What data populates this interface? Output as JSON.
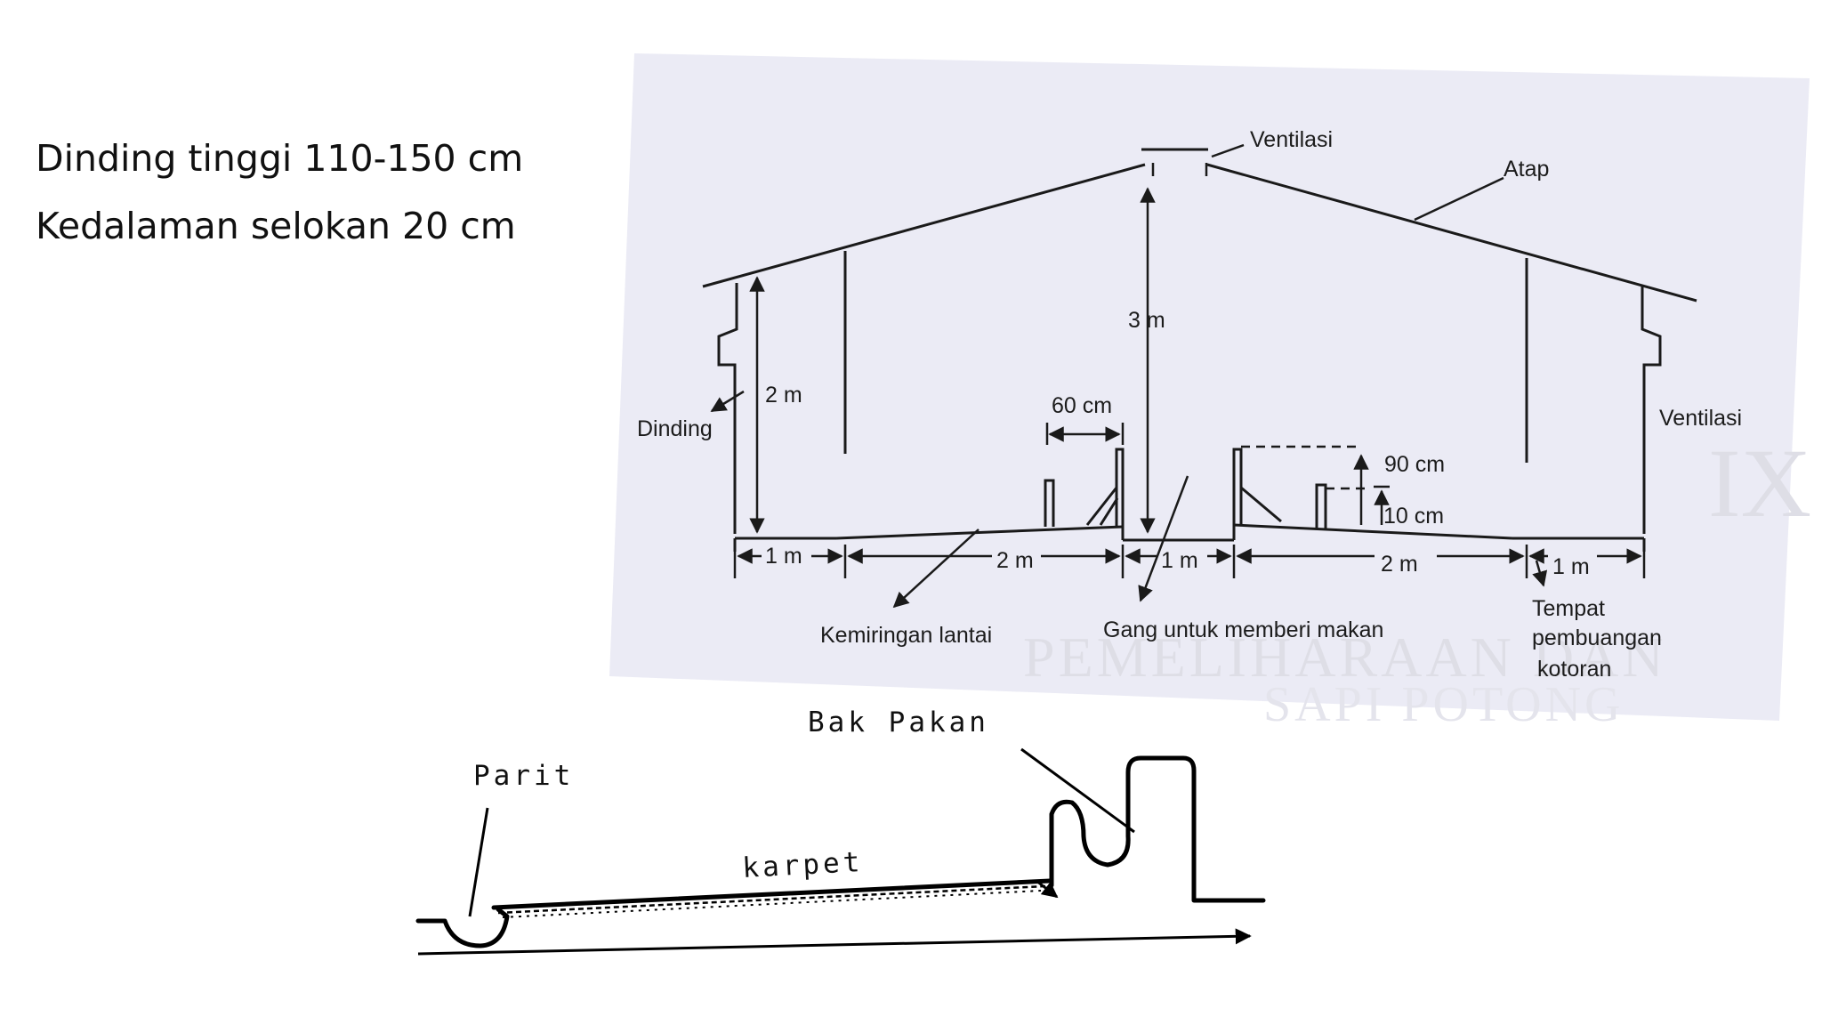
{
  "slide": {
    "lines": [
      "Dinding tinggi 110-150 cm",
      "Kedalaman selokan 20 cm"
    ]
  },
  "barn_diagram": {
    "labels": {
      "ventilasi_top": "Ventilasi",
      "atap": "Atap",
      "tinggi_atap": "3 m",
      "tinggi_dinding": "2 m",
      "dinding": "Dinding",
      "lebar_bak": "60 cm",
      "ventilasi_side": "Ventilasi",
      "tinggi_sekat": "90 cm",
      "tinggi_bak": "10 cm",
      "dim_1m_left": "1 m",
      "dim_2m_left": "2 m",
      "dim_1m_center": "1 m",
      "dim_2m_right": "2 m",
      "dim_1m_right": "1 m",
      "kemiringan_lantai": "Kemiringan lantai",
      "gang": "Gang untuk memberi makan",
      "tempat_line1": "Tempat",
      "tempat_line2": "pembuangan",
      "tempat_line3": "kotoran",
      "watermark_line1": "PEMELIHARAAN DAN",
      "watermark_line2": "SAPI POTONG"
    },
    "colors": {
      "paper": "#ebebf5",
      "ink": "#1a1a1a",
      "watermark": "#dedee6"
    }
  },
  "floor_diagram": {
    "labels": {
      "bak_pakan": "Bak Pakan",
      "parit": "Parit",
      "karpet": "karpet"
    },
    "colors": {
      "ink": "#000000"
    }
  }
}
